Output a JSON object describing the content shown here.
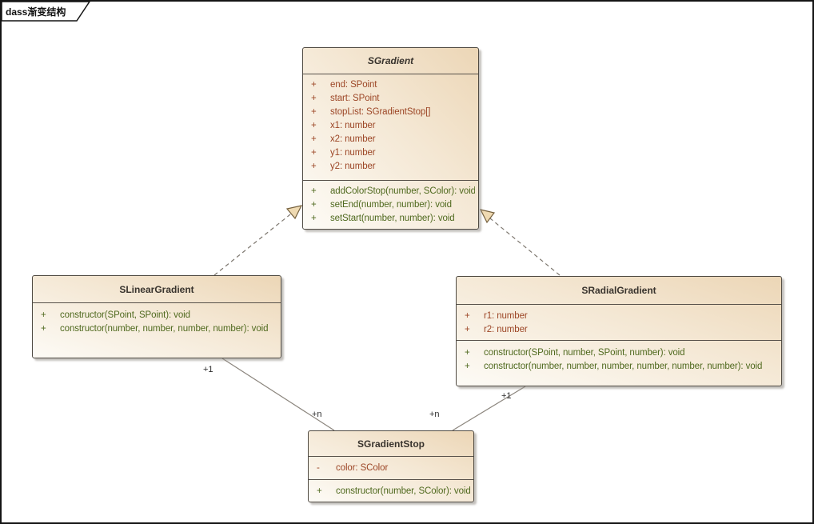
{
  "frame": {
    "label": "dass渐变结构"
  },
  "colors": {
    "box_fill_dark": "#ecd6b6",
    "box_fill_light": "#fdfbf6",
    "box_border": "#4f4a42",
    "attribute_text": "#9c4626",
    "method_text": "#4f691e",
    "title_text": "#38332d",
    "connector_line": "#8b857d",
    "arrow_fill": "#efdab2",
    "arrow_stroke": "#75603d",
    "frame_border": "#151515"
  },
  "classes": [
    {
      "name": "SGradient",
      "abstract": true,
      "attributes": [
        {
          "vis": "+",
          "text": "end: SPoint"
        },
        {
          "vis": "+",
          "text": "start: SPoint"
        },
        {
          "vis": "+",
          "text": "stopList: SGradientStop[]"
        },
        {
          "vis": "+",
          "text": "x1: number"
        },
        {
          "vis": "+",
          "text": "x2: number"
        },
        {
          "vis": "+",
          "text": "y1: number"
        },
        {
          "vis": "+",
          "text": "y2: number"
        }
      ],
      "methods": [
        {
          "vis": "+",
          "text": "addColorStop(number, SColor): void"
        },
        {
          "vis": "+",
          "text": "setEnd(number, number): void"
        },
        {
          "vis": "+",
          "text": "setStart(number, number): void"
        }
      ]
    },
    {
      "name": "SLinearGradient",
      "abstract": false,
      "attributes": [],
      "methods": [
        {
          "vis": "+",
          "text": "constructor(SPoint, SPoint): void"
        },
        {
          "vis": "+",
          "text": "constructor(number, number, number, number): void"
        }
      ]
    },
    {
      "name": "SRadialGradient",
      "abstract": false,
      "attributes": [
        {
          "vis": "+",
          "text": "r1: number"
        },
        {
          "vis": "+",
          "text": "r2: number"
        }
      ],
      "methods": [
        {
          "vis": "+",
          "text": "constructor(SPoint, number, SPoint, number): void"
        },
        {
          "vis": "+",
          "text": "constructor(number, number, number, number, number, number): void"
        }
      ]
    },
    {
      "name": "SGradientStop",
      "abstract": false,
      "attributes": [
        {
          "vis": "-",
          "text": "color: SColor"
        }
      ],
      "methods": [
        {
          "vis": "+",
          "text": "constructor(number, SColor): void"
        }
      ]
    }
  ],
  "relationships": [
    {
      "type": "realization",
      "from": "SLinearGradient",
      "to": "SGradient"
    },
    {
      "type": "realization",
      "from": "SRadialGradient",
      "to": "SGradient"
    },
    {
      "type": "association",
      "from": "SLinearGradient",
      "to": "SGradientStop",
      "source_label": "+1",
      "target_label": "+n"
    },
    {
      "type": "association",
      "from": "SRadialGradient",
      "to": "SGradientStop",
      "source_label": "+1",
      "target_label": "+n"
    }
  ]
}
